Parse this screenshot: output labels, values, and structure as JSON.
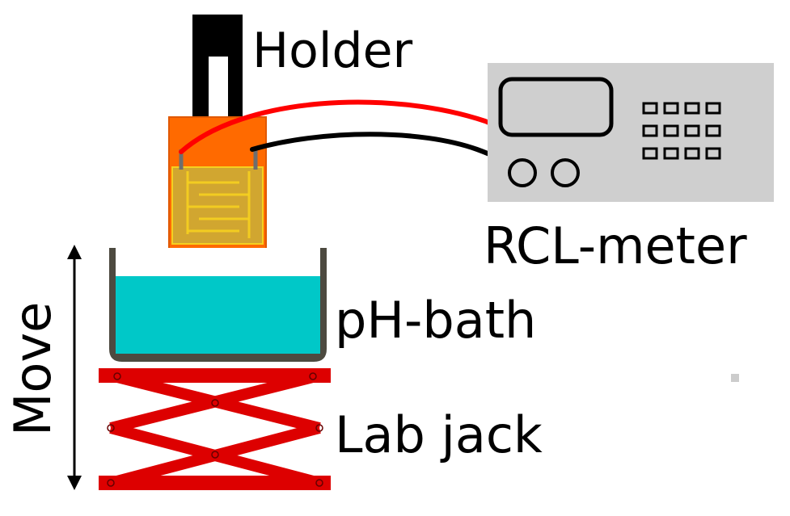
{
  "labels": {
    "holder": "Holder",
    "meter": "RCL-meter",
    "bath": "pH-bath",
    "jack": "Lab jack",
    "move": "Move"
  },
  "colors": {
    "holder": "#000000",
    "sensor_substrate": "#ff6a00",
    "electrode": "#c9b038",
    "meter_body": "#cfcfcf",
    "liquid": "#00c8c8",
    "beaker": "#4d4a40",
    "jack": "#dd0000",
    "red_wire": "#ff0000",
    "black_wire": "#000000"
  }
}
